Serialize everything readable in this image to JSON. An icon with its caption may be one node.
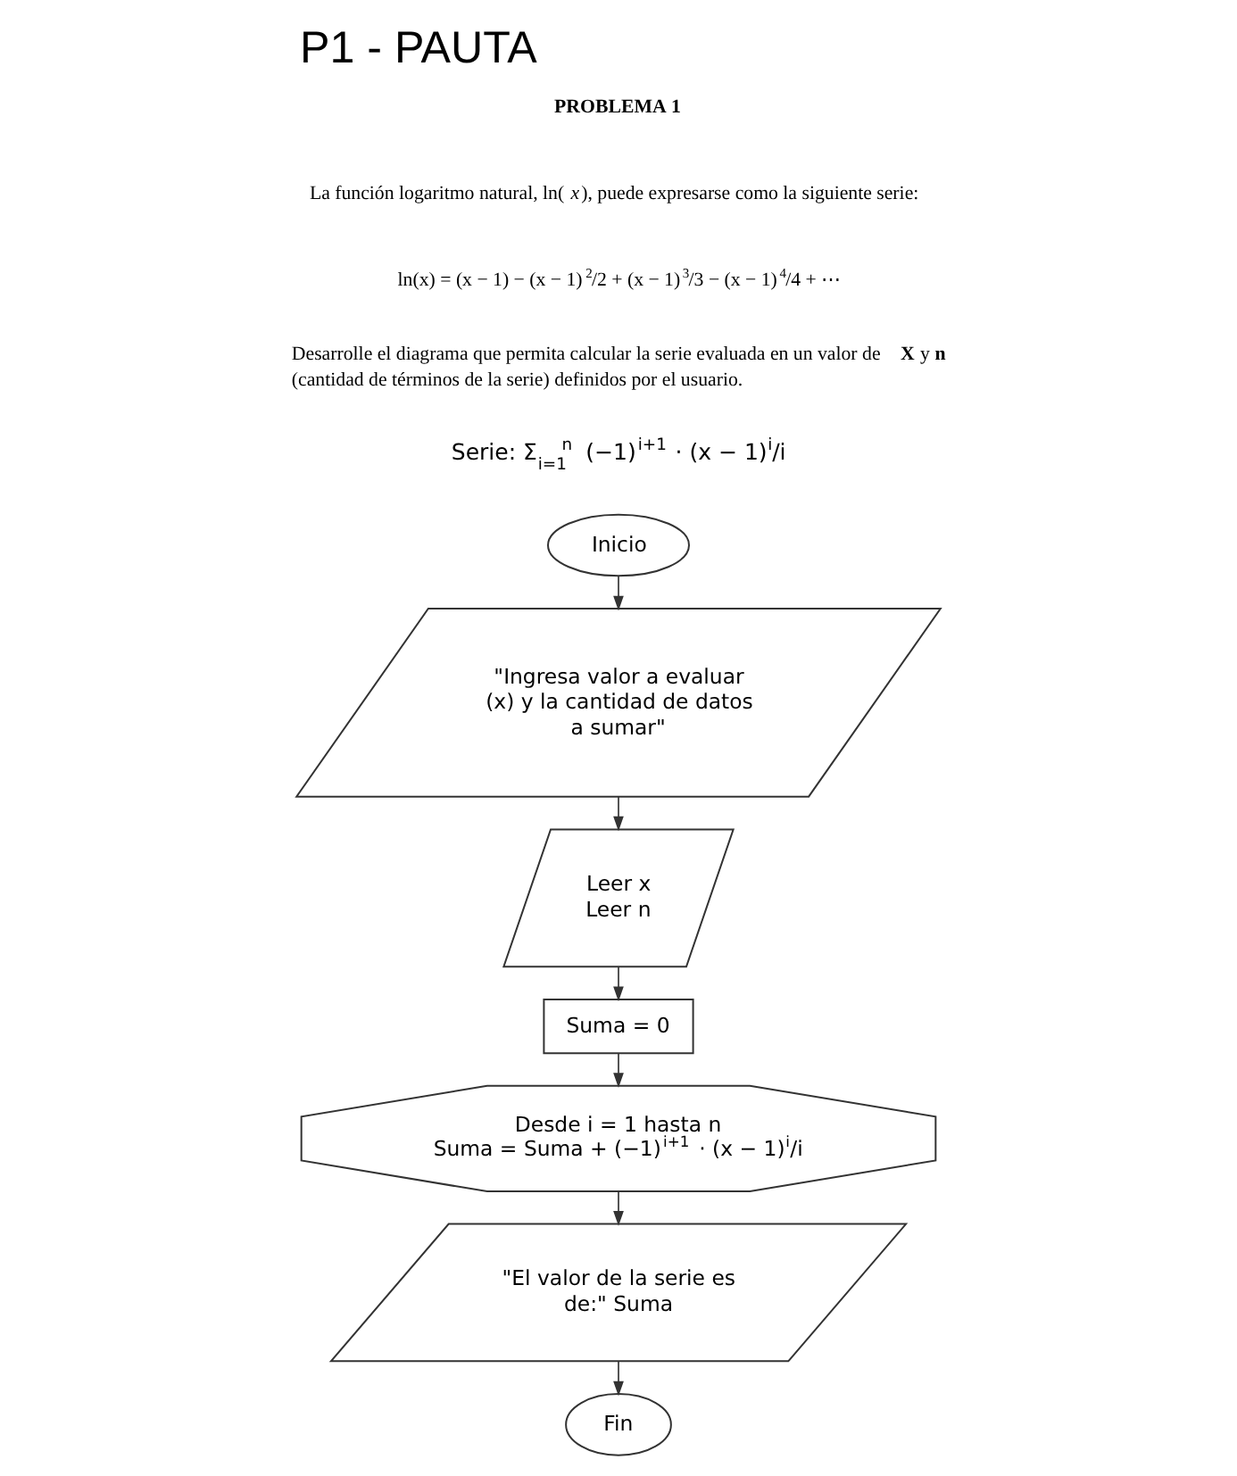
{
  "diagram": {
    "title": "P1 - PAUTA",
    "nodes": [
      {
        "text": [
          "Inicio"
        ]
      },
      {
        "text": [
          "\"Ingresa valor a evaluar (x) y la cantidad de datos a sumar\""
        ]
      },
      {
        "text": [
          "Leer x",
          "Leer n"
        ]
      },
      {
        "text": [
          "Suma = 0"
        ]
      },
      {
        "text": [
          "Desde i = 1 hasta n",
          "Suma = Suma + (−1)$^{i+1}$ · (x − 1)$^{i}$/i"
        ]
      },
      {
        "text": [
          "\"El valor de la serie es de:\" Suma"
        ]
      },
      {
        "text": [
          "Fin"
        ]
      }
    ],
    "edges": [
      {
        "from": 0,
        "to": 1,
        "arrow": "to"
      },
      {
        "from": 1,
        "to": 2,
        "arrow": "to"
      },
      {
        "from": 2,
        "to": 3,
        "arrow": "to"
      },
      {
        "from": 3,
        "to": 4,
        "arrow": "to"
      },
      {
        "from": 4,
        "to": 5,
        "arrow": "to"
      },
      {
        "from": 5,
        "to": 6,
        "arrow": "to"
      }
    ],
    "labels": [
      "PROBLEMA 1",
      "La función logaritmo natural, ln(*x*), puede expresarse como la siguiente serie:",
      "ln(x) = (x − 1) − (x − 1)$^{2}$/2 + (x − 1)$^{3}$/3 − (x − 1)$^{4}$/4 + ⋯",
      "Desarrolle el diagrama que permita calcular la serie evaluada en un valor de **X** y **n** (cantidad de términos de la serie) definidos por el usuario.",
      "Serie: Σ$_{i=1}$$^{n}$ (−1)$^{i+1}$ · (x − 1)$^{i}$/i"
    ]
  }
}
